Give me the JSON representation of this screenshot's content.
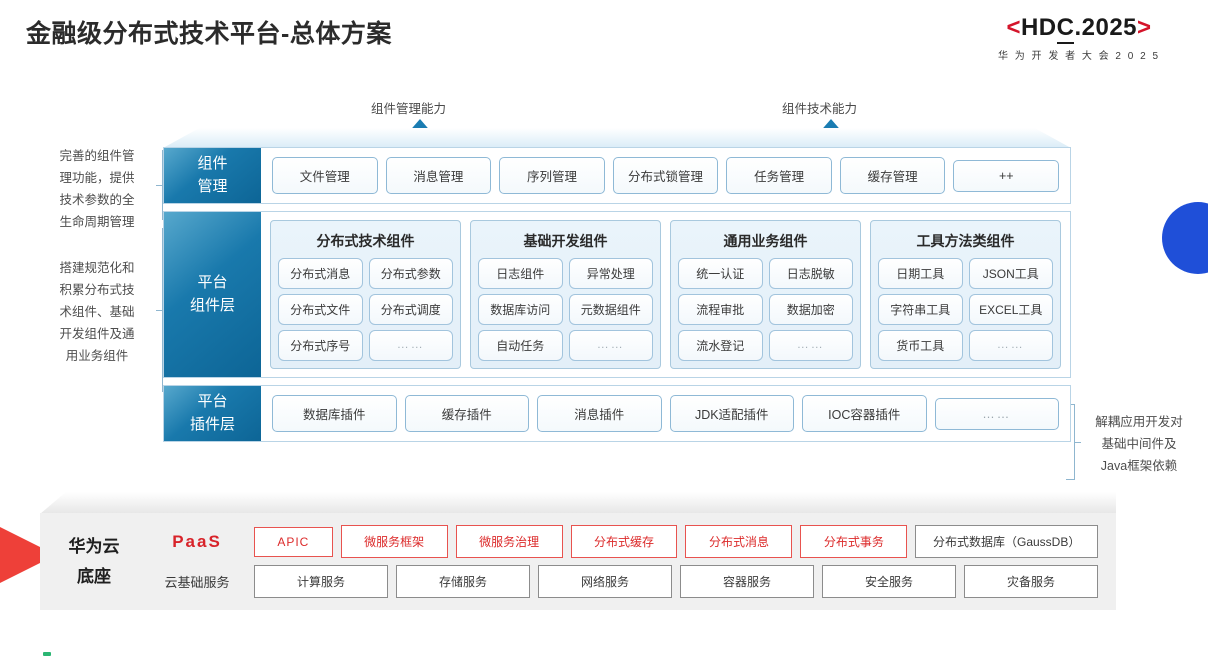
{
  "header": {
    "title": "金融级分布式技术平台-总体方案",
    "logo_bracket_left": "<",
    "logo_main_a": "HD",
    "logo_main_underlined": "C",
    "logo_main_b": ".2025",
    "logo_bracket_right": ">",
    "logo_sub": "华 为 开 发 者 大 会 2 0 2 5"
  },
  "arrows": [
    {
      "label": "组件管理能力"
    },
    {
      "label": "组件技术能力"
    }
  ],
  "side_notes": {
    "left_top": "完善的组件管\n理功能，提供\n技术参数的全\n生命周期管理",
    "left_bottom": "搭建规范化和\n积累分布式技\n术组件、基础\n开发组件及通\n用业务组件",
    "right": "解耦应用开发对\n基础中间件及\nJava框架依赖"
  },
  "layers": {
    "management": {
      "label_line1": "组件",
      "label_line2": "管理",
      "items": [
        "文件管理",
        "消息管理",
        "序列管理",
        "分布式锁管理",
        "任务管理",
        "缓存管理",
        "++"
      ]
    },
    "component": {
      "label_line1": "平台",
      "label_line2": "组件层",
      "groups": [
        {
          "title": "分布式技术组件",
          "cells": [
            "分布式消息",
            "分布式参数",
            "分布式文件",
            "分布式调度",
            "分布式序号",
            "……"
          ]
        },
        {
          "title": "基础开发组件",
          "cells": [
            "日志组件",
            "异常处理",
            "数据库访问",
            "元数据组件",
            "自动任务",
            "……"
          ]
        },
        {
          "title": "通用业务组件",
          "cells": [
            "统一认证",
            "日志脱敏",
            "流程审批",
            "数据加密",
            "流水登记",
            "……"
          ]
        },
        {
          "title": "工具方法类组件",
          "cells": [
            "日期工具",
            "JSON工具",
            "字符串工具",
            "EXCEL工具",
            "货币工具",
            "……"
          ]
        }
      ]
    },
    "plugin": {
      "label_line1": "平台",
      "label_line2": "插件层",
      "items": [
        "数据库插件",
        "缓存插件",
        "消息插件",
        "JDK适配插件",
        "IOC容器插件",
        "……"
      ]
    }
  },
  "base": {
    "title_line1": "华为云",
    "title_line2": "底座",
    "paas_label": "PaaS",
    "iaas_label": "云基础服务",
    "paas_items": [
      {
        "text": "APIC",
        "style": "red",
        "width": "narrow"
      },
      {
        "text": "微服务框架",
        "style": "red",
        "width": "normal"
      },
      {
        "text": "微服务治理",
        "style": "red",
        "width": "normal"
      },
      {
        "text": "分布式缓存",
        "style": "red",
        "width": "normal"
      },
      {
        "text": "分布式消息",
        "style": "red",
        "width": "normal"
      },
      {
        "text": "分布式事务",
        "style": "red",
        "width": "normal"
      },
      {
        "text": "分布式数据库（GaussDB）",
        "style": "gray",
        "width": "wide"
      }
    ],
    "iaas_items": [
      "计算服务",
      "存储服务",
      "网络服务",
      "容器服务",
      "安全服务",
      "灾备服务"
    ]
  },
  "colors": {
    "brand_red": "#d8232a",
    "layer_blue": "#1979ac",
    "accent_blue": "#1f4fd8"
  }
}
